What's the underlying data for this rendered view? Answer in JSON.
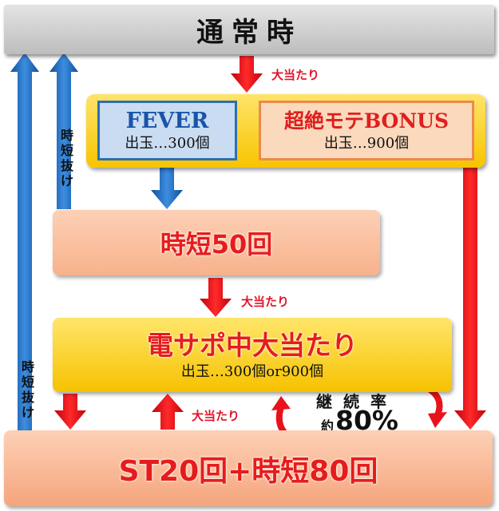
{
  "normal": {
    "label": "通常時"
  },
  "fever": {
    "title": "FEVER",
    "payout": "出玉…300個"
  },
  "bonus": {
    "title": "超絶モテBONUS",
    "payout": "出玉…900個"
  },
  "jitan50": {
    "label": "時短50回"
  },
  "densa": {
    "title": "電サポ中大当たり",
    "payout": "出玉…300個or900個"
  },
  "st": {
    "label": "ST20回+時短80回"
  },
  "labels": {
    "jackpot1": "大当たり",
    "jackpot2": "大当たり",
    "jackpot3": "大当たり",
    "exit1": "時短抜け",
    "exit2": "時短抜け"
  },
  "continuation": {
    "label": "継続率",
    "prefix": "約",
    "value": "80%"
  },
  "colors": {
    "red_arrow": "#e8121c",
    "blue_arrow": "#1f6fc4",
    "accent_red": "#e61c1c",
    "accent_blue": "#1a54a8"
  }
}
